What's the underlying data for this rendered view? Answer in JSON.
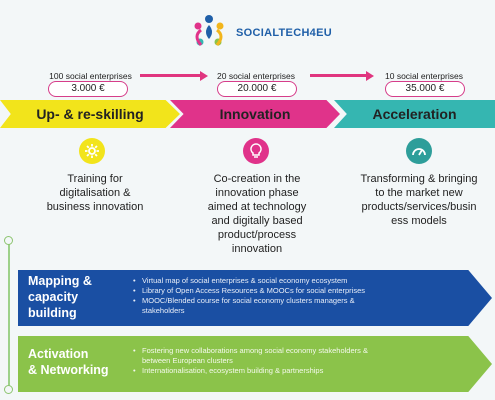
{
  "logo": {
    "text": "SOCIALTECH4EU"
  },
  "stages": [
    {
      "count": "100 social enterprises",
      "price": "3.000 €",
      "label": "Up- & re-skilling",
      "icon": "gear-icon",
      "color": "#f2e41b",
      "description": [
        "Training for",
        "digitalisation &",
        "business innovation"
      ]
    },
    {
      "count": "20 social enterprises",
      "price": "20.000 €",
      "label": "Innovation",
      "icon": "lightbulb-icon",
      "color": "#e0338a",
      "description": [
        "Co-creation in the",
        "innovation phase",
        "aimed at technology",
        "and digitally based",
        "product/process",
        "innovation"
      ]
    },
    {
      "count": "10 social enterprises",
      "price": "35.000 €",
      "label": "Acceleration",
      "icon": "speedometer-icon",
      "color": "#35b6b1",
      "description": [
        "Transforming & bringing",
        "to the market new",
        "products/services/busin",
        "ess models"
      ]
    }
  ],
  "mapping": {
    "title": [
      "Mapping &",
      "capacity",
      "building"
    ],
    "bullets": [
      "Virtual map of social enterprises & social economy ecosystem",
      "Library of Open Access Resources & MOOCs for social enterprises",
      "MOOC/Blended course for social economy clusters managers &",
      "stakeholders"
    ]
  },
  "activation": {
    "title": [
      "Activation",
      "& Networking"
    ],
    "bullets": [
      "Fostering new collaborations among social economy stakeholders &",
      "between European clusters",
      "Internationalisation, ecosystem building & partnerships"
    ]
  }
}
